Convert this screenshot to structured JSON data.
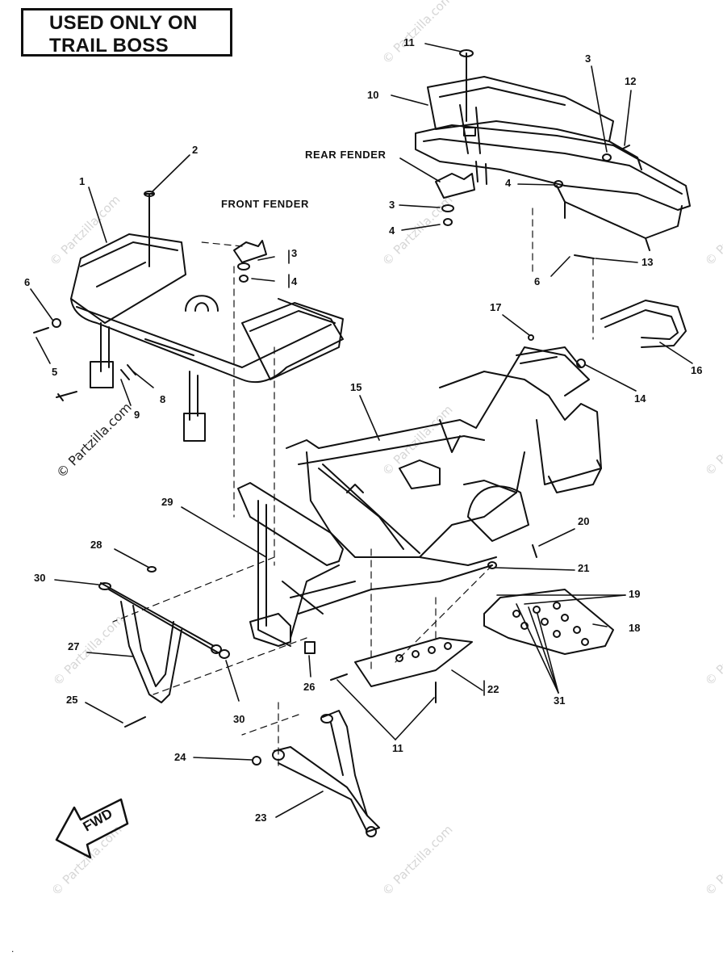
{
  "header": {
    "line1": "USED ONLY ON",
    "line2": "TRAIL BOSS"
  },
  "part_labels": {
    "front_fender": "FRONT FENDER",
    "rear_fender": "REAR FENDER"
  },
  "fwd": "FWD",
  "watermark": "© Partzilla.com",
  "footer_mark": ".",
  "callouts": {
    "c1": "1",
    "c2": "2",
    "c3a": "3",
    "c4a": "4",
    "c5": "5",
    "c6a": "6",
    "c8": "8",
    "c9": "9",
    "c10": "10",
    "c11a": "11",
    "c3b": "3",
    "c12": "12",
    "c3c": "3",
    "c4b": "4",
    "c4c": "4",
    "c6b": "6",
    "c13": "13",
    "c14": "14",
    "c15": "15",
    "c16": "16",
    "c17": "17",
    "c18": "18",
    "c19": "19",
    "c20": "20",
    "c21": "21",
    "c22": "22",
    "c23": "23",
    "c24": "24",
    "c25": "25",
    "c26": "26",
    "c27": "27",
    "c28": "28",
    "c29": "29",
    "c30a": "30",
    "c30b": "30",
    "c31": "31",
    "c11b": "11"
  },
  "colors": {
    "ink": "#111111",
    "watermark": "#d6d6d6",
    "background": "#ffffff"
  }
}
